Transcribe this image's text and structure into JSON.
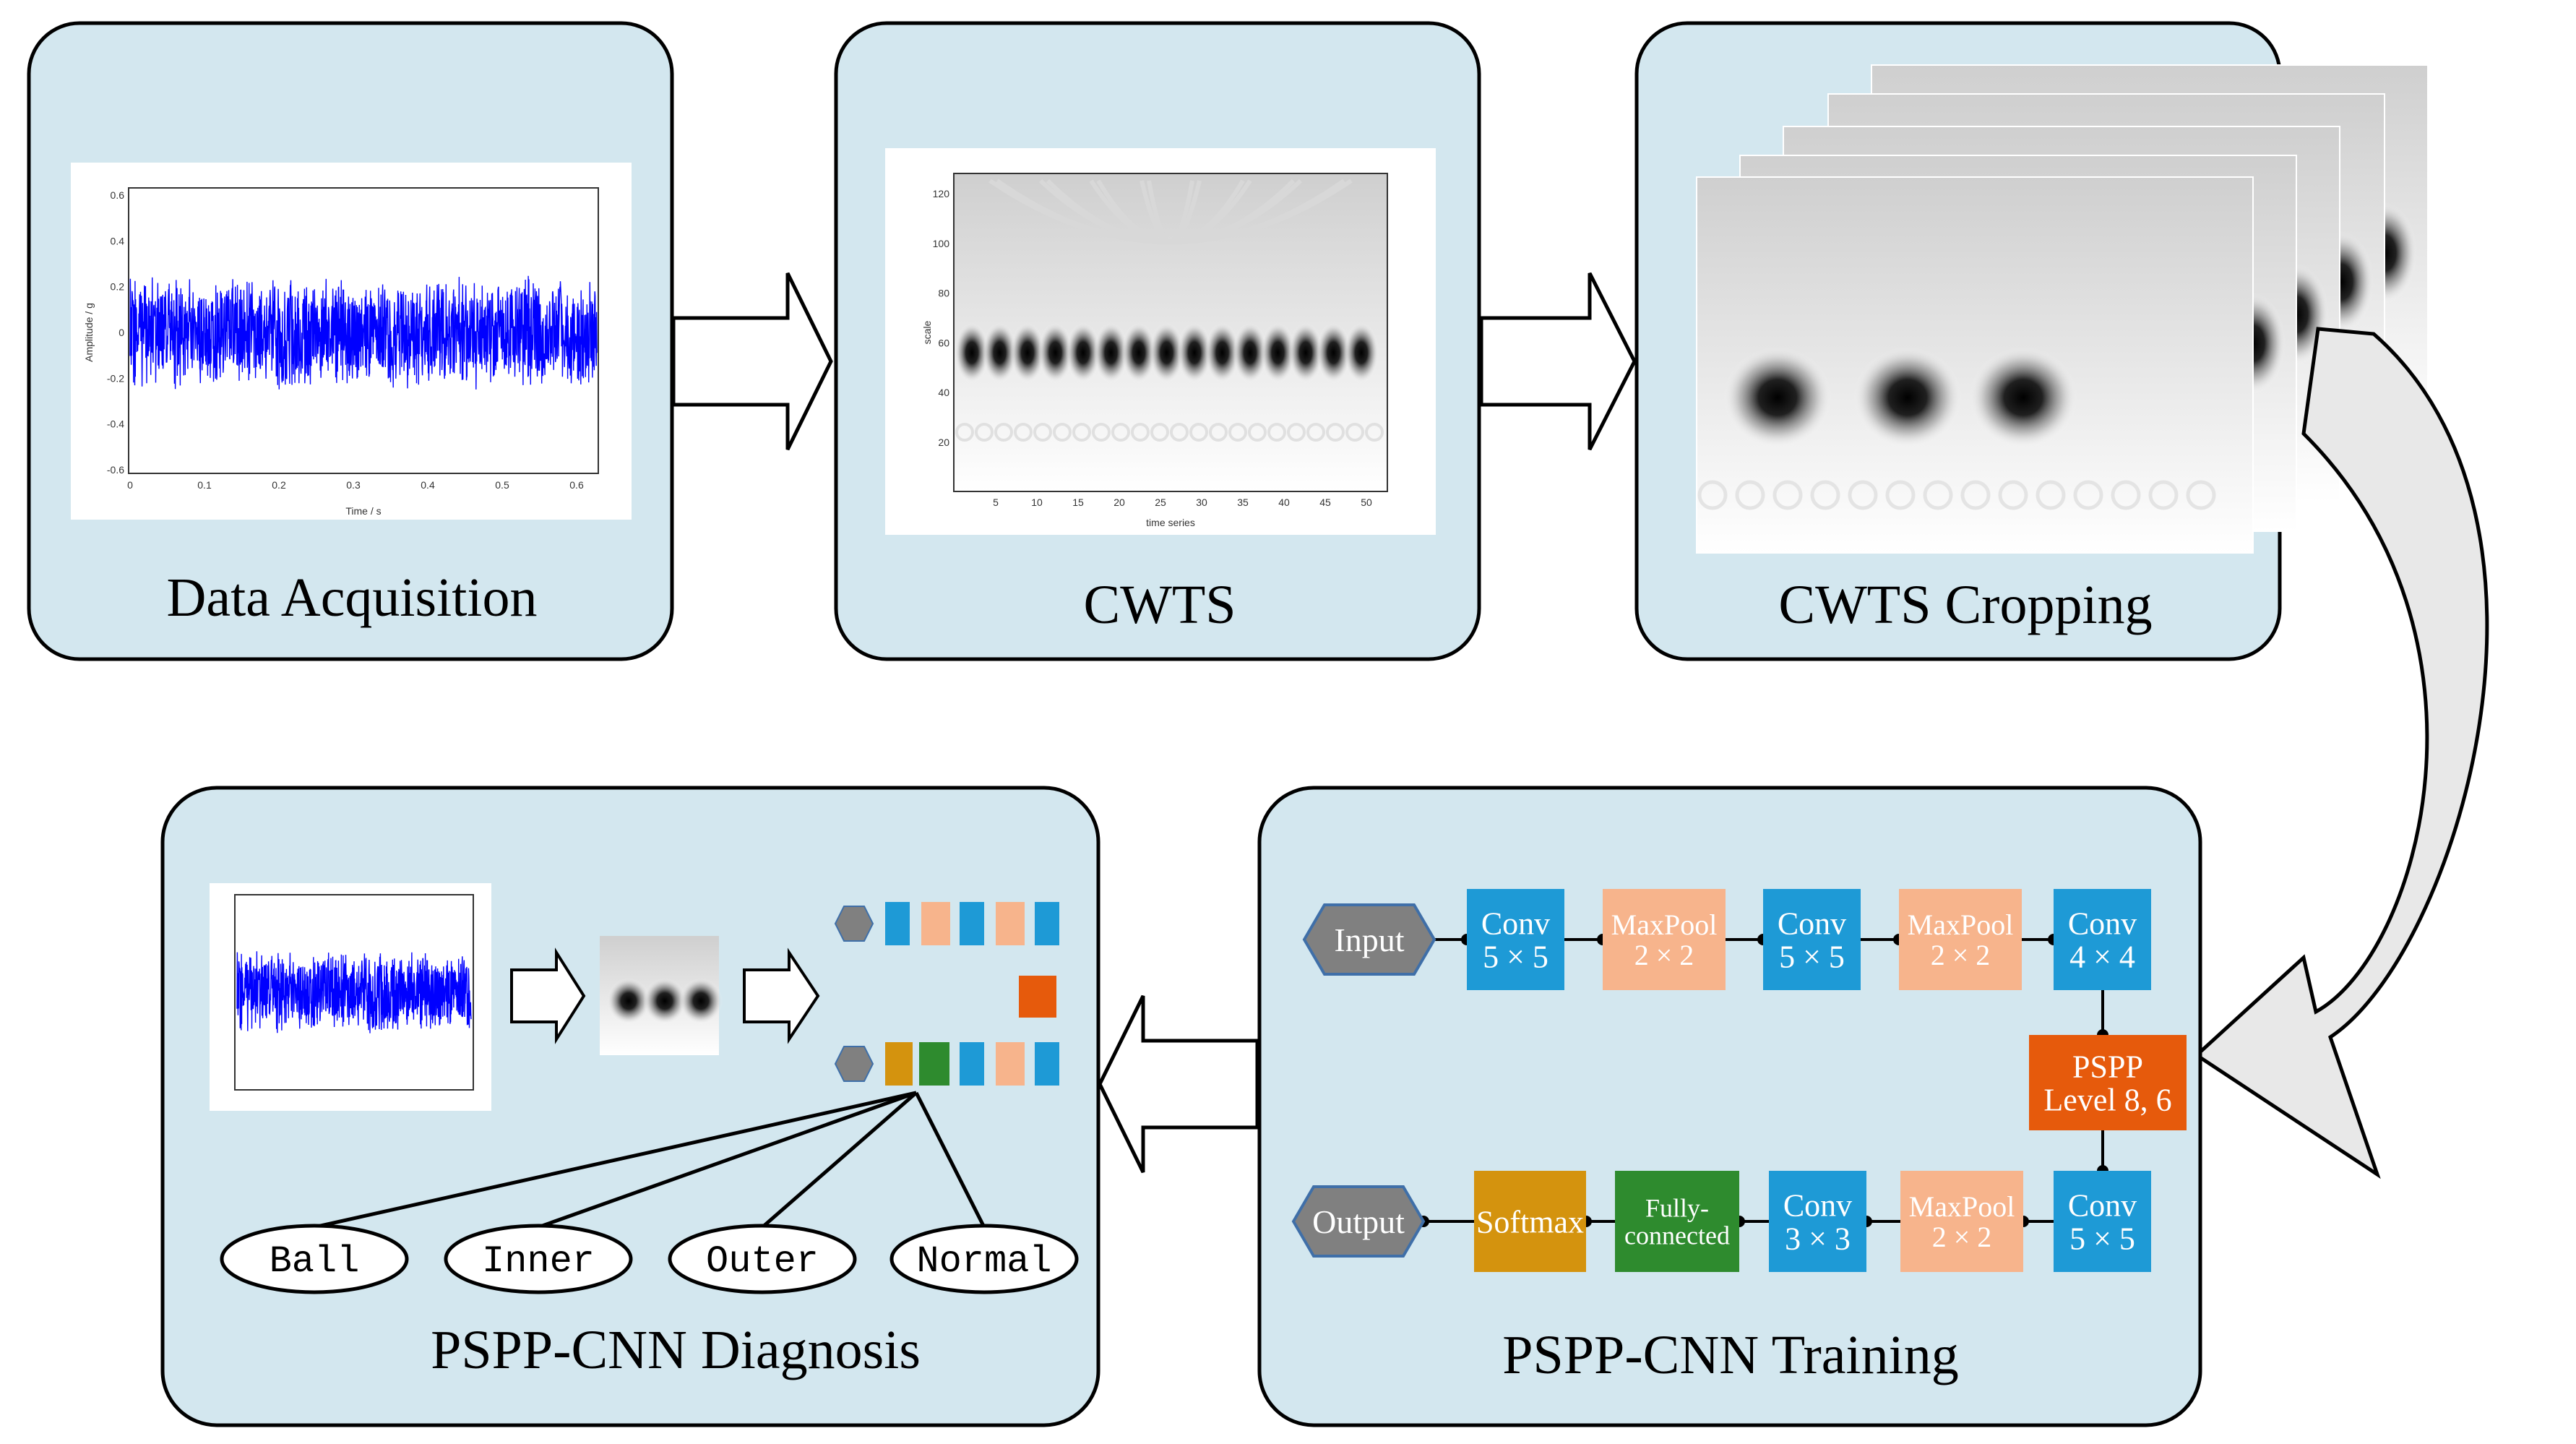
{
  "panels": {
    "acquisition": "Data Acquisition",
    "cwts": "CWTS",
    "cropping": "CWTS Cropping",
    "training": "PSPP-CNN Training",
    "diagnosis": "PSPP-CNN Diagnosis"
  },
  "signal_plot": {
    "ylabel": "Amplitude / g",
    "xlabel": "Time / s",
    "yticks": [
      "0.6",
      "0.4",
      "0.2",
      "0",
      "-0.2",
      "-0.4",
      "-0.6"
    ],
    "xticks": [
      "0",
      "0.1",
      "0.2",
      "0.3",
      "0.4",
      "0.5",
      "0.6"
    ],
    "color": "#0000ff"
  },
  "cwts_plot": {
    "ylabel": "scale",
    "xlabel": "time series",
    "yticks": [
      "120",
      "100",
      "80",
      "60",
      "40",
      "20"
    ],
    "xticks": [
      "5",
      "10",
      "15",
      "20",
      "25",
      "30",
      "35",
      "40",
      "45",
      "50"
    ]
  },
  "network": {
    "input": "Input",
    "output": "Output",
    "conv1": [
      "Conv",
      "5 × 5"
    ],
    "pool1": [
      "MaxPool",
      "2 × 2"
    ],
    "conv2": [
      "Conv",
      "5 × 5"
    ],
    "pool2": [
      "MaxPool",
      "2 × 2"
    ],
    "conv3": [
      "Conv",
      "4 × 4"
    ],
    "pspp": [
      "PSPP",
      "Level 8, 6"
    ],
    "conv4": [
      "Conv",
      "5 × 5"
    ],
    "pool3": [
      "MaxPool",
      "2 × 2"
    ],
    "conv5": [
      "Conv",
      "3 × 3"
    ],
    "fc": [
      "Fully-",
      "connected"
    ],
    "softmax": "Softmax"
  },
  "classes": [
    "Ball",
    "Inner",
    "Outer",
    "Normal"
  ],
  "colors": {
    "panel": "#d3e7ef",
    "conv": "#1e9ad6",
    "pool": "#f7b48c",
    "pspp": "#e65a0c",
    "fc": "#2e8b2e",
    "softmax": "#d4930e",
    "io": "#808080",
    "arrow_fill": "#e8e8e8"
  }
}
